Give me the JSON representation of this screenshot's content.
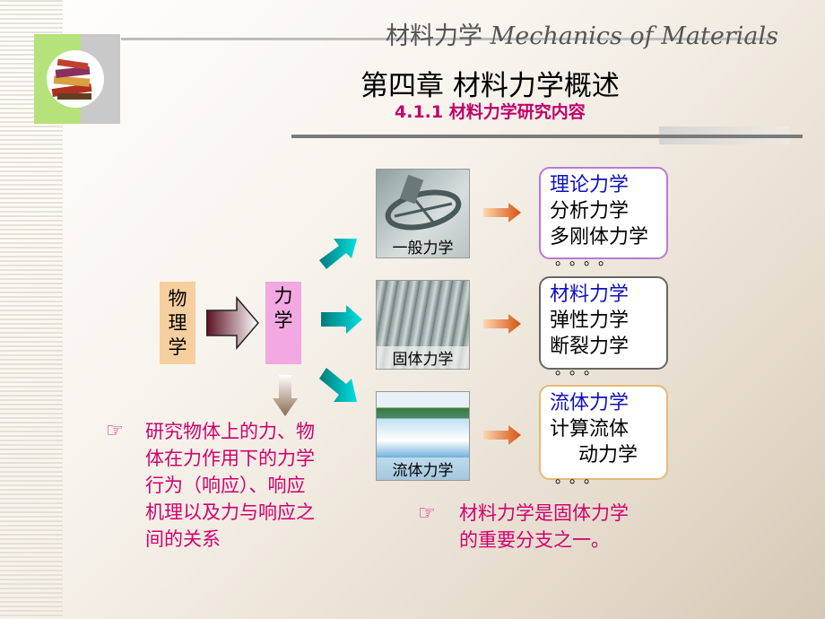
{
  "header": {
    "title_cn": "材料力学",
    "title_en": "Mechanics of Materials"
  },
  "chapter": "第四章  材料力学概述",
  "section": "4.1.1 材料力学研究内容",
  "flow": {
    "physics": [
      "物",
      "理",
      "学"
    ],
    "mechanics": [
      "力",
      "学"
    ]
  },
  "branches": [
    {
      "label": "一般力学",
      "card_title": "理论力学",
      "lines": [
        "分析力学",
        "多刚体力学"
      ],
      "dots": "。。。。"
    },
    {
      "label": "固体力学",
      "card_title": "材料力学",
      "lines": [
        "弹性力学",
        "断裂力学"
      ],
      "dots": "。。。"
    },
    {
      "label": "流体力学",
      "card_title": "流体力学",
      "lines": [
        "计算流体",
        "动力学"
      ],
      "dots": "。。。"
    }
  ],
  "notes": {
    "left": [
      "研究物体上的力、物",
      "体在力作用下的力学",
      "行为（响应）、响应",
      "机理以及力与响应之",
      "间的关系"
    ],
    "right": [
      "材料力学是固体力学",
      "的重要分支之一。"
    ]
  },
  "colors": {
    "accent": "#d0006f",
    "card_title": "#1010c0",
    "card1_border": "#b87ad6",
    "card2_border": "#666666",
    "card3_border": "#e6b97a"
  }
}
